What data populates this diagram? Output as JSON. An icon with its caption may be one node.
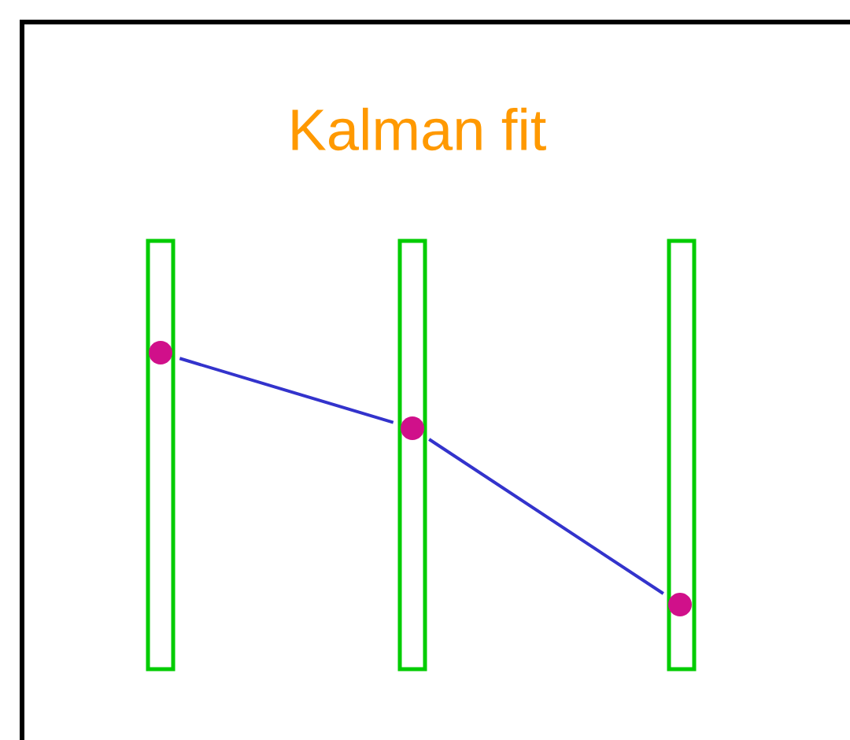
{
  "diagram": {
    "title": "Kalman fit",
    "nodes": [
      {
        "text": [],
        "shape": "circle"
      },
      {
        "text": [],
        "shape": "circle"
      },
      {
        "text": [],
        "shape": "circle"
      }
    ],
    "edges": [
      {
        "from": 0,
        "to": 1,
        "arrow": "none"
      },
      {
        "from": 1,
        "to": 2,
        "arrow": "none"
      }
    ]
  }
}
